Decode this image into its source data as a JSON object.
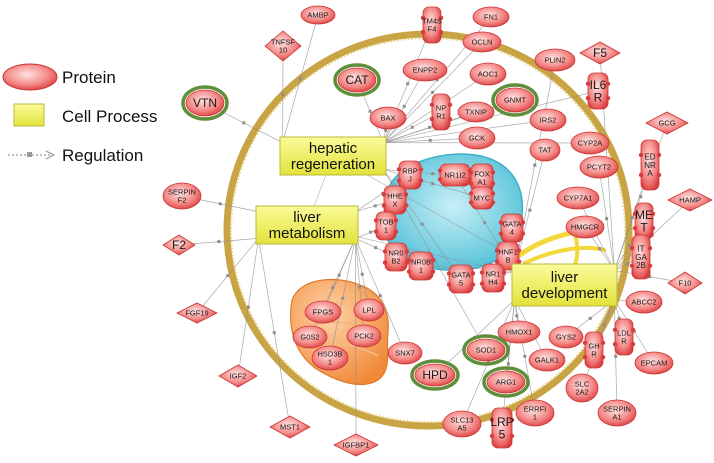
{
  "legend": {
    "protein": "Protein",
    "cell_process": "Cell Process",
    "regulation": "Regulation"
  },
  "colors": {
    "protein_fill": "#e84a4a",
    "protein_light": "#f8b0ae",
    "highlight_ring": "#5f8f3a",
    "process_fill": "#f2f25a",
    "membrane": "#c8a040",
    "nucleus": "#7fd6e6",
    "er": "#f5a25a",
    "arrow": "#888888"
  },
  "processes": [
    {
      "id": "hepatic-regeneration",
      "label": [
        "hepatic",
        "regeneration"
      ]
    },
    {
      "id": "liver-metabolism",
      "label": [
        "liver",
        "metabolism"
      ]
    },
    {
      "id": "liver-development",
      "label": [
        "liver",
        "development"
      ]
    }
  ],
  "proteins": [
    {
      "id": "AMBP",
      "label": [
        "AMBP"
      ]
    },
    {
      "id": "TM4SF4",
      "label": [
        "TM4S",
        "F4"
      ]
    },
    {
      "id": "FN1",
      "label": [
        "FN1"
      ]
    },
    {
      "id": "TNFSF10",
      "label": [
        "TNFSF",
        "10"
      ]
    },
    {
      "id": "OCLN",
      "label": [
        "OCLN"
      ]
    },
    {
      "id": "F5",
      "label": [
        "F5"
      ]
    },
    {
      "id": "ENPP2",
      "label": [
        "ENPP2"
      ]
    },
    {
      "id": "PLIN2",
      "label": [
        "PLIN2"
      ]
    },
    {
      "id": "CAT",
      "label": [
        "CAT"
      ]
    },
    {
      "id": "AOC1",
      "label": [
        "AOC1"
      ]
    },
    {
      "id": "IL6R",
      "label": [
        "IL6",
        "R"
      ]
    },
    {
      "id": "VTN",
      "label": [
        "VTN"
      ]
    },
    {
      "id": "NPR1",
      "label": [
        "NP",
        "R1"
      ]
    },
    {
      "id": "GNMT",
      "label": [
        "GNMT"
      ]
    },
    {
      "id": "BAX",
      "label": [
        "BAX"
      ]
    },
    {
      "id": "TXNIP",
      "label": [
        "TXNIP"
      ]
    },
    {
      "id": "IRS2",
      "label": [
        "IRS2"
      ]
    },
    {
      "id": "GCG",
      "label": [
        "GCG"
      ]
    },
    {
      "id": "GCK",
      "label": [
        "GCK"
      ]
    },
    {
      "id": "TAT",
      "label": [
        "TAT"
      ]
    },
    {
      "id": "CYP2A",
      "label": [
        "CYP2A"
      ]
    },
    {
      "id": "EDNRA",
      "label": [
        "ED",
        "NR",
        "A"
      ]
    },
    {
      "id": "RBPJ",
      "label": [
        "RBP",
        "J"
      ]
    },
    {
      "id": "NR1I2",
      "label": [
        "NR1I2"
      ]
    },
    {
      "id": "FOXA1",
      "label": [
        "FOX",
        "A1"
      ]
    },
    {
      "id": "PCYT2",
      "label": [
        "PCYT2"
      ]
    },
    {
      "id": "SERPINF2",
      "label": [
        "SERPIN",
        "F2"
      ]
    },
    {
      "id": "HHEX",
      "label": [
        "HHE",
        "X"
      ]
    },
    {
      "id": "MYC",
      "label": [
        "MYC"
      ]
    },
    {
      "id": "CYP7A1",
      "label": [
        "CYP7A1"
      ]
    },
    {
      "id": "HAMP",
      "label": [
        "HAMP"
      ]
    },
    {
      "id": "TOB1",
      "label": [
        "TOB",
        "1"
      ]
    },
    {
      "id": "GATA4",
      "label": [
        "GATA",
        "4"
      ]
    },
    {
      "id": "MET",
      "label": [
        "ME",
        "T"
      ]
    },
    {
      "id": "HMGCR",
      "label": [
        "HMGCR"
      ]
    },
    {
      "id": "NR0B2",
      "label": [
        "NR0",
        "B2"
      ]
    },
    {
      "id": "ITGA2B",
      "label": [
        "IT",
        "GA",
        "2B"
      ]
    },
    {
      "id": "F2",
      "label": [
        "F2"
      ]
    },
    {
      "id": "HNF1B",
      "label": [
        "HNF1",
        "B"
      ]
    },
    {
      "id": "NR0B1",
      "label": [
        "NR0B",
        "1"
      ]
    },
    {
      "id": "GATA5",
      "label": [
        "GATA",
        "5"
      ]
    },
    {
      "id": "NR1H4",
      "label": [
        "NR1",
        "H4"
      ]
    },
    {
      "id": "F10",
      "label": [
        "F10"
      ]
    },
    {
      "id": "FGF19",
      "label": [
        "FGF19"
      ]
    },
    {
      "id": "FPGS",
      "label": [
        "FPGS"
      ]
    },
    {
      "id": "LPL",
      "label": [
        "LPL"
      ]
    },
    {
      "id": "ABCC2",
      "label": [
        "ABCC2"
      ]
    },
    {
      "id": "G0S2",
      "label": [
        "G0S2"
      ]
    },
    {
      "id": "PCK2",
      "label": [
        "PCK2"
      ]
    },
    {
      "id": "LDLR",
      "label": [
        "LDL",
        "R"
      ]
    },
    {
      "id": "HMOX1",
      "label": [
        "HMOX1"
      ]
    },
    {
      "id": "GYS2",
      "label": [
        "GYS2"
      ]
    },
    {
      "id": "SOD1",
      "label": [
        "SOD1"
      ]
    },
    {
      "id": "HSD3B1",
      "label": [
        "HSD3B",
        "1"
      ]
    },
    {
      "id": "GHR",
      "label": [
        "GH",
        "R"
      ]
    },
    {
      "id": "EPCAM",
      "label": [
        "EPCAM"
      ]
    },
    {
      "id": "SNX7",
      "label": [
        "SNX7"
      ]
    },
    {
      "id": "GALK1",
      "label": [
        "GALK1"
      ]
    },
    {
      "id": "IGF2",
      "label": [
        "IGF2"
      ]
    },
    {
      "id": "HPD",
      "label": [
        "HPD"
      ]
    },
    {
      "id": "ARG1",
      "label": [
        "ARG1"
      ]
    },
    {
      "id": "SLC2A2",
      "label": [
        "SLC",
        "2A2"
      ]
    },
    {
      "id": "SERPINA1",
      "label": [
        "SERPIN",
        "A1"
      ]
    },
    {
      "id": "SLC13A5",
      "label": [
        "SLC13",
        "A5"
      ]
    },
    {
      "id": "ERRFI1",
      "label": [
        "ERRFI",
        "1"
      ]
    },
    {
      "id": "LRP5",
      "label": [
        "LRP",
        "5"
      ]
    },
    {
      "id": "MST1",
      "label": [
        "MST1"
      ]
    },
    {
      "id": "IGFBP1",
      "label": [
        "IGFBP1"
      ]
    }
  ]
}
